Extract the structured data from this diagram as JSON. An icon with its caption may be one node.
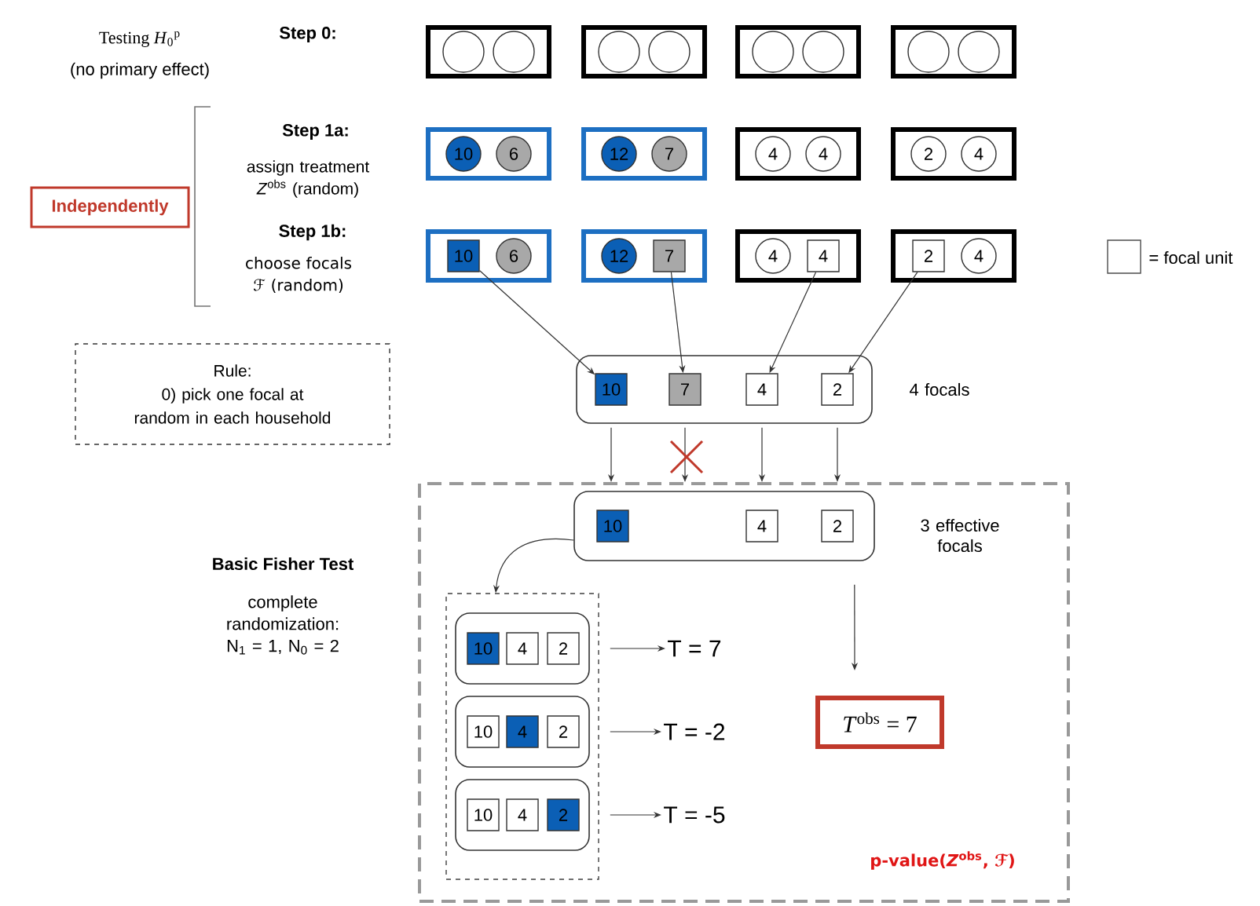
{
  "diagram": {
    "nodes": [
      {
        "text": [],
        "shape": "box"
      },
      {
        "text": [],
        "shape": "circle",
        "in": 0
      },
      {
        "text": [],
        "shape": "circle",
        "in": 0
      },
      {
        "text": [],
        "shape": "box"
      },
      {
        "text": [],
        "shape": "circle",
        "in": 3
      },
      {
        "text": [],
        "shape": "circle",
        "in": 3
      },
      {
        "text": [],
        "shape": "box"
      },
      {
        "text": [],
        "shape": "circle",
        "in": 6
      },
      {
        "text": [],
        "shape": "circle",
        "in": 6
      },
      {
        "text": [],
        "shape": "box"
      },
      {
        "text": [],
        "shape": "circle",
        "in": 9
      },
      {
        "text": [],
        "shape": "circle",
        "in": 9
      },
      {
        "text": [],
        "shape": "box"
      },
      {
        "text": [
          "10"
        ],
        "in": 12
      },
      {
        "text": [
          "6"
        ],
        "in": 12
      },
      {
        "text": [],
        "shape": "box"
      },
      {
        "text": [
          "12"
        ],
        "in": 15
      },
      {
        "text": [
          "7"
        ],
        "in": 15
      },
      {
        "text": [],
        "shape": "box"
      },
      {
        "text": [
          "4"
        ],
        "in": 18
      },
      {
        "text": [
          "4"
        ],
        "in": 18
      },
      {
        "text": [],
        "shape": "box"
      },
      {
        "text": [
          "2"
        ],
        "in": 21
      },
      {
        "text": [
          "4"
        ],
        "in": 21
      },
      {
        "text": [],
        "shape": "box"
      },
      {
        "text": [
          "10"
        ],
        "in": 24
      },
      {
        "text": [
          "6"
        ],
        "in": 24
      },
      {
        "text": [],
        "shape": "box"
      },
      {
        "text": [
          "12"
        ],
        "in": 27
      },
      {
        "text": [
          "7"
        ],
        "in": 27
      },
      {
        "text": [],
        "shape": "box"
      },
      {
        "text": [
          "4"
        ],
        "in": 30
      },
      {
        "text": [
          "4"
        ],
        "in": 30
      },
      {
        "text": [],
        "shape": "box"
      },
      {
        "text": [
          "2"
        ],
        "in": 33
      },
      {
        "text": [
          "4"
        ],
        "in": 33
      },
      {
        "text": [
          "Independently"
        ]
      },
      {
        "text": [
          "Rule:",
          "0) pick one focal at random in each household"
        ]
      },
      {
        "text": [],
        "shape": "box",
        "beside": [
          "4 focals"
        ]
      },
      {
        "text": [
          "10"
        ],
        "in": 38
      },
      {
        "text": [
          "7"
        ],
        "in": 38
      },
      {
        "text": [
          "4"
        ],
        "in": 38
      },
      {
        "text": [
          "2"
        ],
        "in": 38
      },
      {
        "text": [],
        "shape": "box"
      },
      {
        "text": [],
        "shape": "box",
        "in": 43,
        "beside": [
          "3 effective focals"
        ]
      },
      {
        "text": [
          "10"
        ],
        "in": 44
      },
      {
        "text": [
          "4"
        ],
        "in": 44
      },
      {
        "text": [
          "2"
        ],
        "in": 44
      },
      {
        "text": [],
        "shape": "box",
        "in": 43
      },
      {
        "text": [],
        "shape": "box",
        "in": 48
      },
      {
        "text": [
          "10"
        ],
        "in": 49
      },
      {
        "text": [
          "4"
        ],
        "in": 49
      },
      {
        "text": [
          "2"
        ],
        "in": 49
      },
      {
        "text": [],
        "shape": "box",
        "in": 48
      },
      {
        "text": [
          "10"
        ],
        "in": 53
      },
      {
        "text": [
          "4"
        ],
        "in": 53
      },
      {
        "text": [
          "2"
        ],
        "in": 53
      },
      {
        "text": [],
        "shape": "box",
        "in": 48
      },
      {
        "text": [
          "10"
        ],
        "in": 57
      },
      {
        "text": [
          "4"
        ],
        "in": 57
      },
      {
        "text": [
          "2"
        ],
        "in": 57
      },
      {
        "text": [
          "T = 7"
        ],
        "in": 43
      },
      {
        "text": [
          "T = -2"
        ],
        "in": 43
      },
      {
        "text": [
          "T = -5"
        ],
        "in": 43
      },
      {
        "text": [
          "*T*$^{obs}$ = 7"
        ],
        "in": 43
      }
    ],
    "edges": [
      {
        "from": 25,
        "to": 39,
        "arrow": "to"
      },
      {
        "from": 29,
        "to": 40,
        "arrow": "to"
      },
      {
        "from": 32,
        "to": 41,
        "arrow": "to"
      },
      {
        "from": 34,
        "to": 42,
        "arrow": "to"
      },
      {
        "from": 39,
        "to": 43,
        "arrow": "to"
      },
      {
        "from": 40,
        "to": 43,
        "arrow": "to"
      },
      {
        "from": 41,
        "to": 43,
        "arrow": "to"
      },
      {
        "from": 42,
        "to": 43,
        "arrow": "to"
      },
      {
        "from": 44,
        "to": 48,
        "arrow": "to"
      },
      {
        "from": 44,
        "to": 64,
        "arrow": "to"
      },
      {
        "from": 49,
        "to": 61,
        "arrow": "to"
      },
      {
        "from": 53,
        "to": 62,
        "arrow": "to"
      },
      {
        "from": 57,
        "to": 63,
        "arrow": "to"
      }
    ],
    "labels": [
      "Testing *H*$_{0}$$^{p}$",
      "(no primary effect)",
      "Step 0:",
      "Step 1a:",
      "assign treatment *Z*$^{obs}$ (random)",
      "Step 1b:",
      "choose focals ℱ (random)",
      "Basic Fisher Test",
      "complete randomization: N$_{1}$ = 1, N$_{0}$ = 2",
      "p-value(*Z*$^{obs}$, ℱ)"
    ],
    "legend": [
      {
        "text": "= focal unit"
      }
    ]
  }
}
